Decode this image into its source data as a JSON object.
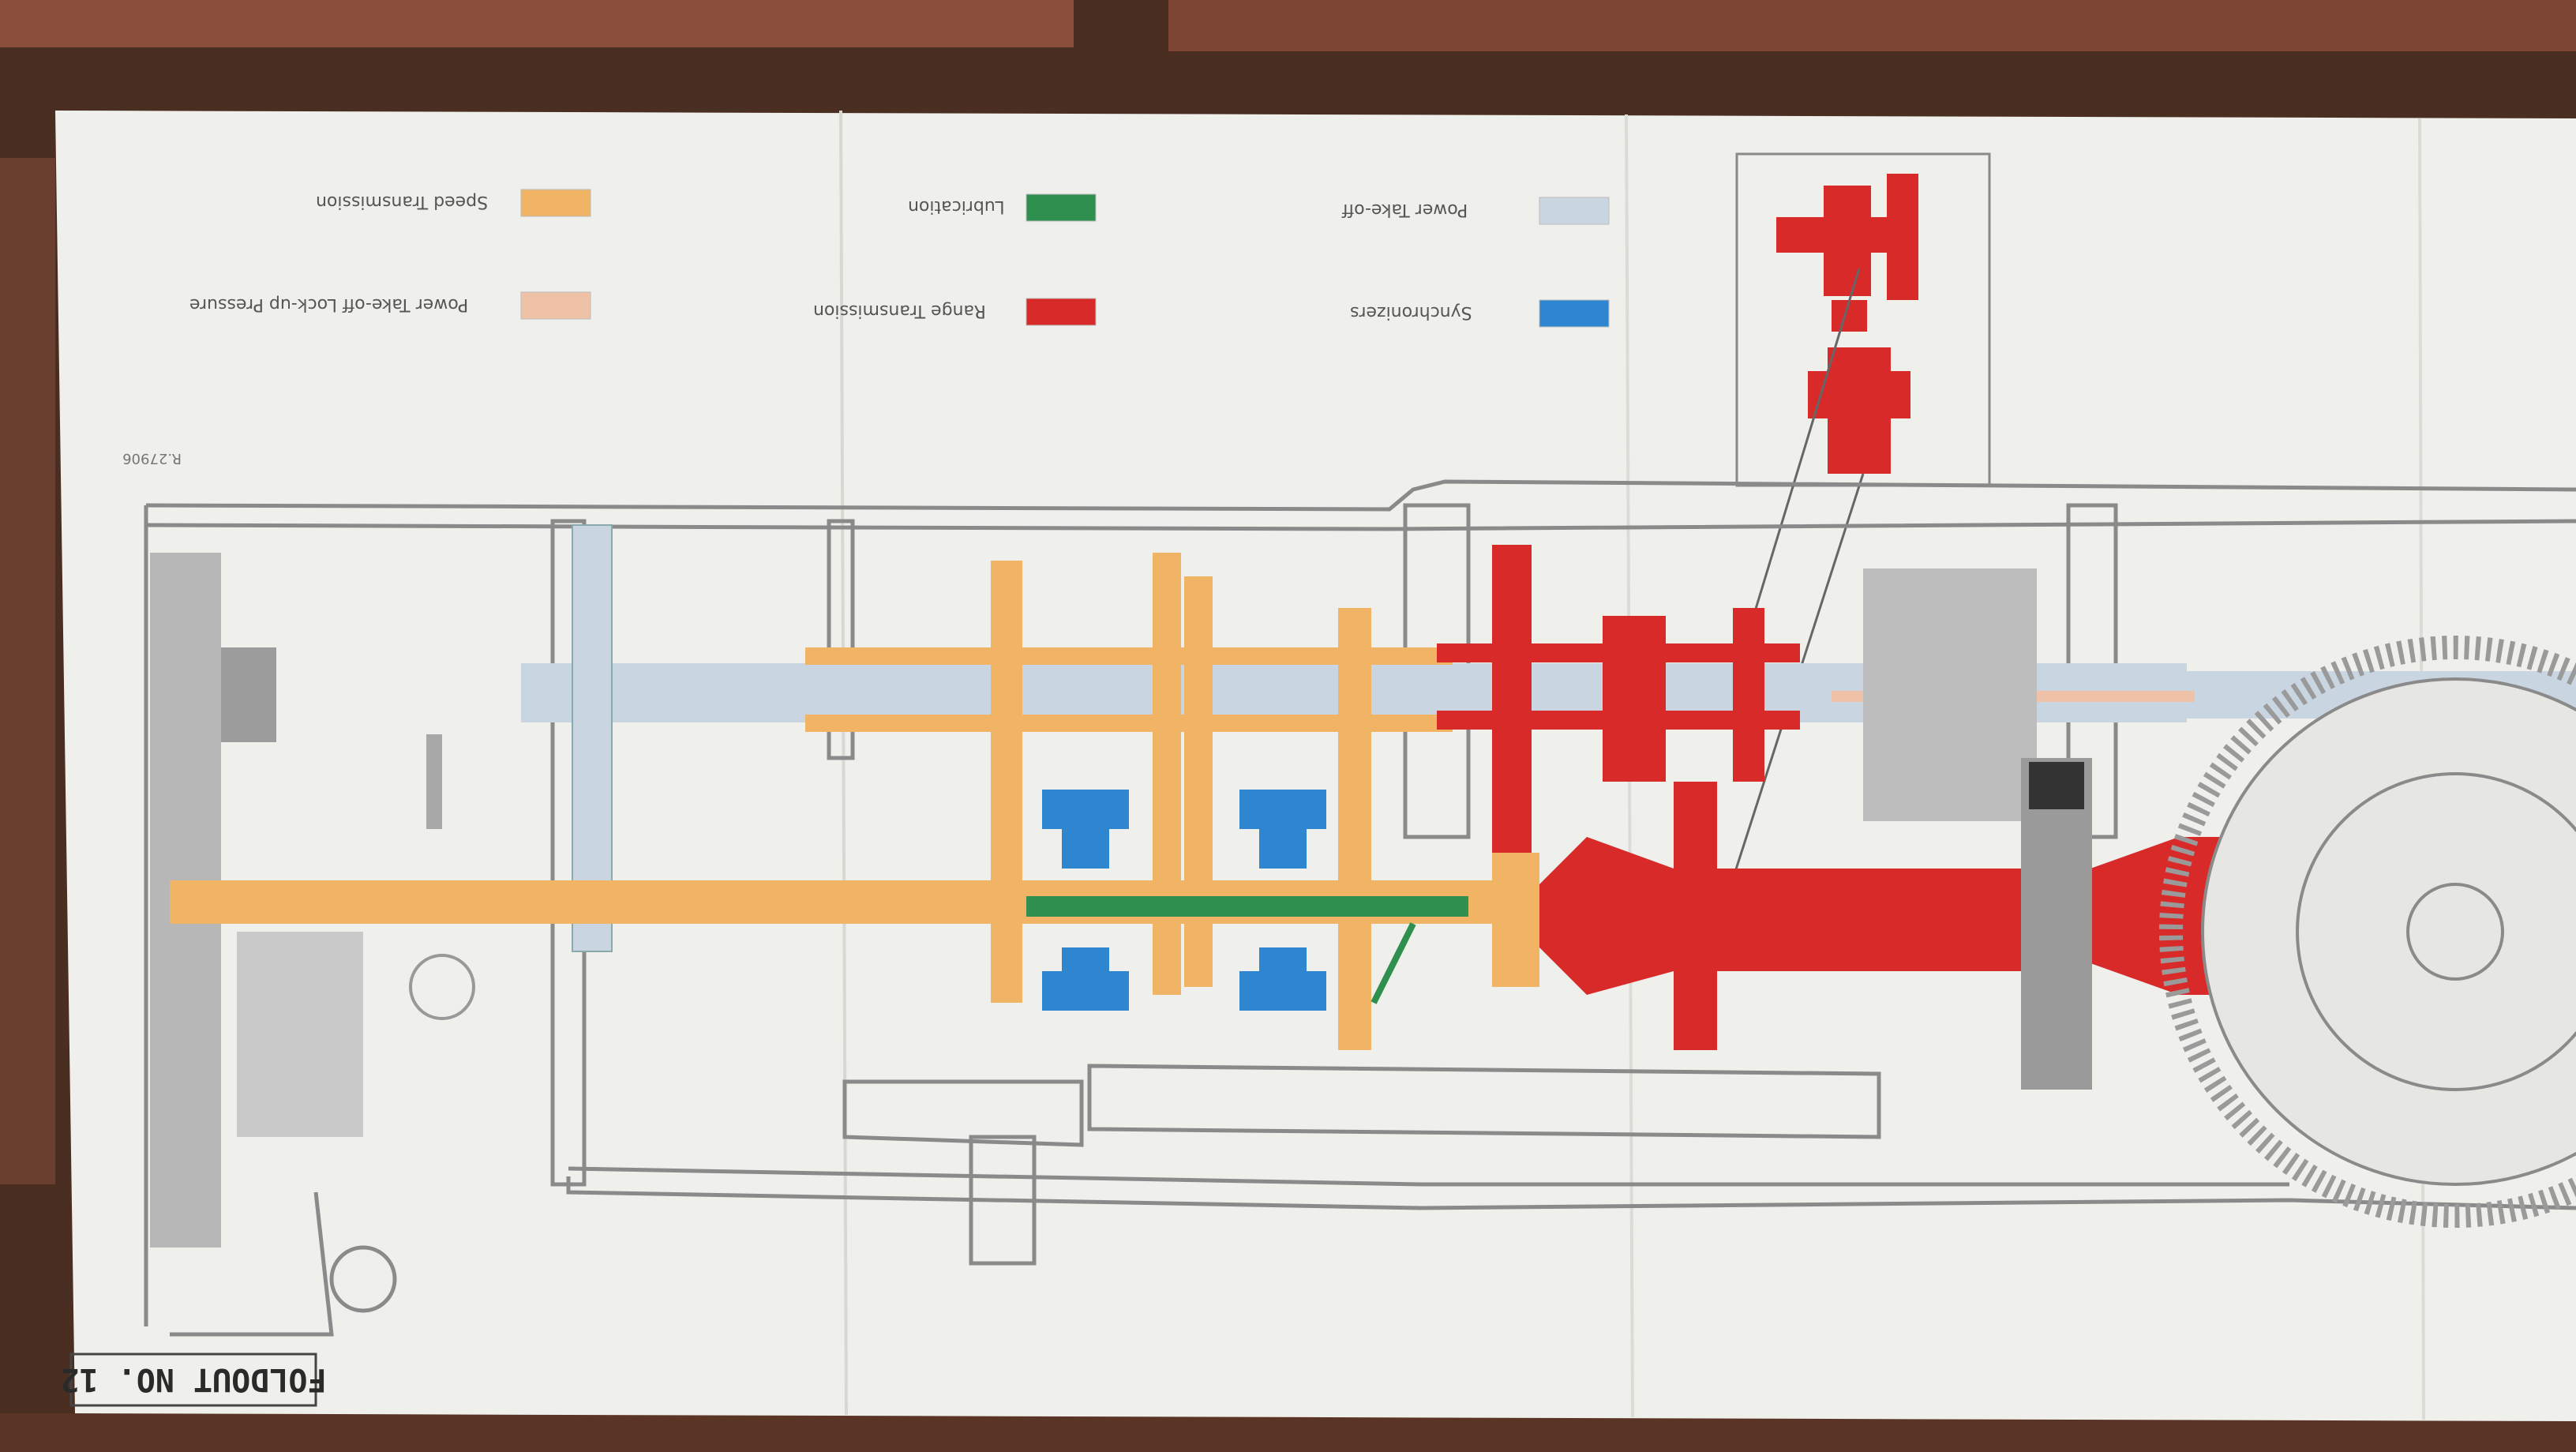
{
  "foldout": {
    "label": "FOLDOUT NO. 12"
  },
  "legend": {
    "items": [
      {
        "id": "speed-transmission",
        "label": "Speed Transmission",
        "color": "#f1b464"
      },
      {
        "id": "pto-lockup-pressure",
        "label": "Power Take-off Lock-up Pressure",
        "color": "#efc2a8"
      },
      {
        "id": "lubrication",
        "label": "Lubrication",
        "color": "#2e8f4e"
      },
      {
        "id": "range-transmission",
        "label": "Range Transmission",
        "color": "#d92a2a"
      },
      {
        "id": "power-take-off",
        "label": "Power Take-off",
        "color": "#c9d6e2"
      },
      {
        "id": "synchronizers",
        "label": "Synchronizers",
        "color": "#2f86d0"
      }
    ]
  },
  "drawing_ref": "R.27906",
  "colors": {
    "paper": "#efefec",
    "outline": "#8a8a8a",
    "housing": "#b7b7b7"
  }
}
